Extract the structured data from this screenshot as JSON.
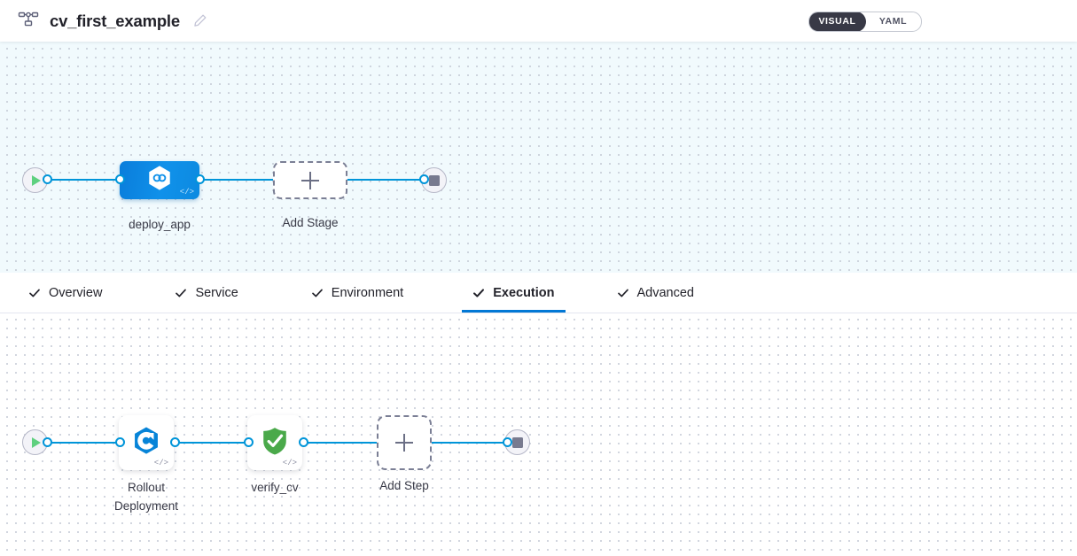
{
  "header": {
    "pipeline_icon": "pipeline-flow-icon",
    "title": "cv_first_example",
    "edit_icon": "pencil-icon",
    "mode_toggle": {
      "options": [
        {
          "label": "VISUAL",
          "active": true
        },
        {
          "label": "YAML",
          "active": false
        }
      ]
    }
  },
  "tabs": [
    {
      "label": "Overview",
      "icon": "check-icon",
      "active": false
    },
    {
      "label": "Service",
      "icon": "check-icon",
      "active": false
    },
    {
      "label": "Environment",
      "icon": "check-icon",
      "active": false
    },
    {
      "label": "Execution",
      "icon": "check-icon",
      "active": true
    },
    {
      "label": "Advanced",
      "icon": "check-icon",
      "active": false
    }
  ],
  "stage_graph": {
    "start_node": {
      "icon": "play-icon"
    },
    "end_node": {
      "icon": "stop-icon"
    },
    "nodes": [
      {
        "label": "deploy_app",
        "icon": "harness-cd-icon",
        "badge": "</>",
        "type": "stage",
        "selected": true
      },
      {
        "label": "Add Stage",
        "icon": "plus-icon",
        "type": "add"
      }
    ]
  },
  "execution_graph": {
    "start_node": {
      "icon": "play-icon"
    },
    "end_node": {
      "icon": "stop-icon"
    },
    "nodes": [
      {
        "label": "Rollout Deployment",
        "label_line1": "Rollout",
        "label_line2": "Deployment",
        "icon": "kubernetes-rollout-icon",
        "badge": "</>",
        "type": "step"
      },
      {
        "label": "verify_cv",
        "icon": "green-shield-check-icon",
        "badge": "</>",
        "type": "step"
      },
      {
        "label": "Add Step",
        "icon": "plus-icon",
        "type": "add"
      }
    ]
  },
  "colors": {
    "accent_blue": "#0095d9",
    "tab_active_underline": "#0278d5",
    "stage_blue": "#1091ea",
    "verify_green": "#4aa94a",
    "toggle_dark": "#383946",
    "canvas_top_bg": "#f1fafd",
    "canvas_bottom_bg": "#ffffff"
  }
}
